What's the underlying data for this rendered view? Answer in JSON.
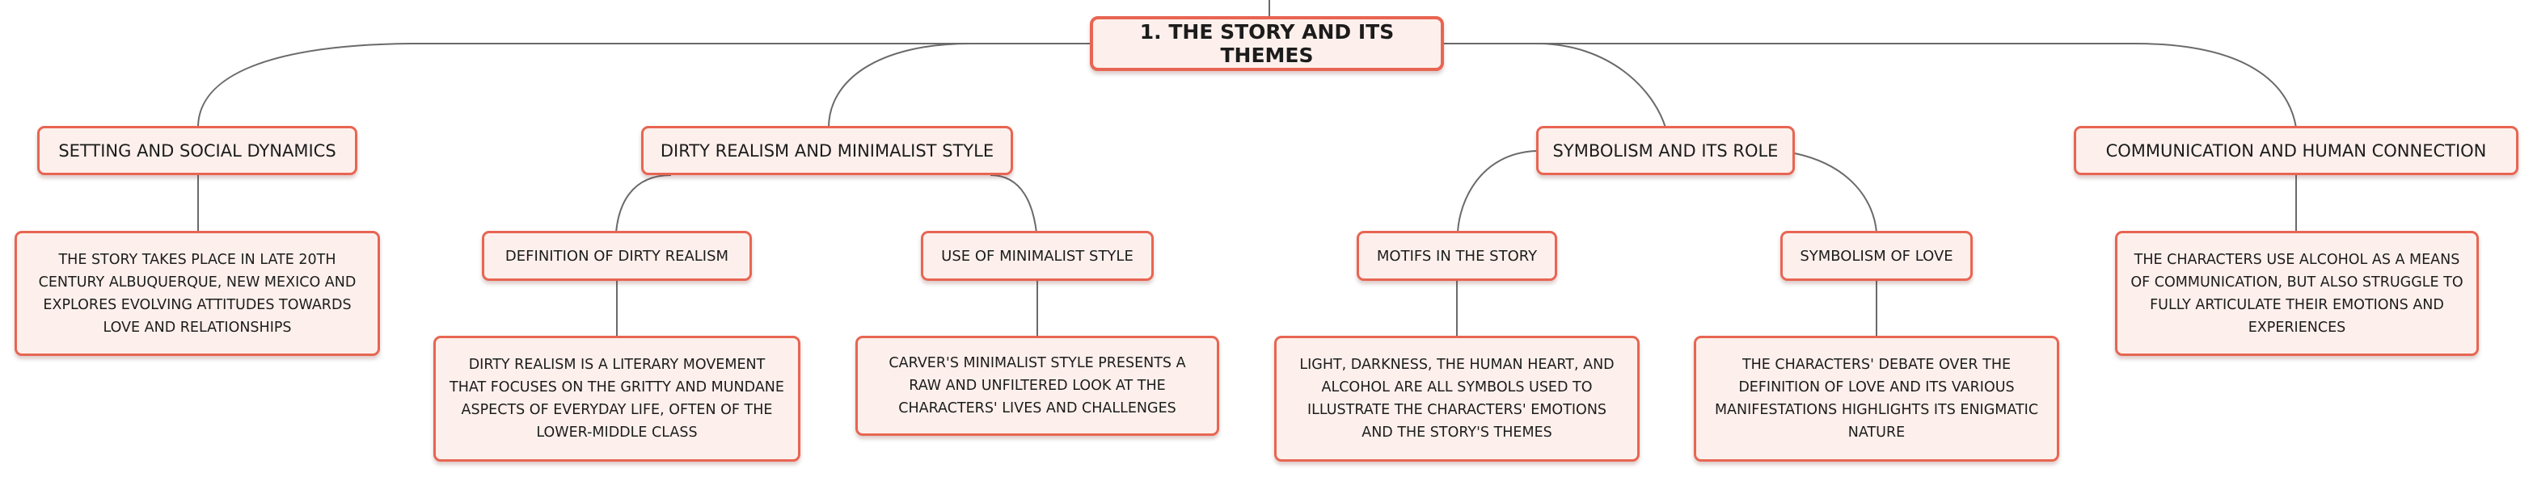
{
  "central": {
    "label": "1. THE STORY AND ITS THEMES"
  },
  "setting": {
    "label": "SETTING AND SOCIAL DYNAMICS",
    "detail": "THE STORY TAKES PLACE IN LATE 20TH CENTURY ALBUQUERQUE, NEW MEXICO AND EXPLORES EVOLVING ATTITUDES TOWARDS LOVE AND RELATIONSHIPS"
  },
  "dirty_realism": {
    "label": "DIRTY REALISM AND MINIMALIST STYLE",
    "definition": {
      "label": "DEFINITION OF DIRTY REALISM",
      "detail": "DIRTY REALISM IS A LITERARY MOVEMENT THAT FOCUSES ON THE GRITTY AND MUNDANE ASPECTS OF EVERYDAY LIFE, OFTEN OF THE LOWER-MIDDLE CLASS"
    },
    "minimalist": {
      "label": "USE OF MINIMALIST STYLE",
      "detail": "CARVER'S MINIMALIST STYLE PRESENTS A RAW AND UNFILTERED LOOK AT THE CHARACTERS' LIVES AND CHALLENGES"
    }
  },
  "symbolism": {
    "label": "SYMBOLISM AND ITS ROLE",
    "motifs": {
      "label": "MOTIFS IN THE STORY",
      "detail": "LIGHT, DARKNESS, THE HUMAN HEART, AND ALCOHOL ARE ALL SYMBOLS USED TO ILLUSTRATE THE CHARACTERS' EMOTIONS AND THE STORY'S THEMES"
    },
    "love": {
      "label": "SYMBOLISM OF LOVE",
      "detail": "THE CHARACTERS' DEBATE OVER THE DEFINITION OF LOVE AND ITS VARIOUS MANIFESTATIONS HIGHLIGHTS ITS ENIGMATIC NATURE"
    }
  },
  "communication": {
    "label": "COMMUNICATION AND HUMAN CONNECTION",
    "detail": "THE CHARACTERS USE ALCOHOL AS A MEANS OF COMMUNICATION, BUT ALSO STRUGGLE TO FULLY ARTICULATE THEIR EMOTIONS AND EXPERIENCES"
  },
  "colors": {
    "border": "#e86552",
    "fill": "#fdf0ec",
    "connector": "#6a6a6a"
  }
}
